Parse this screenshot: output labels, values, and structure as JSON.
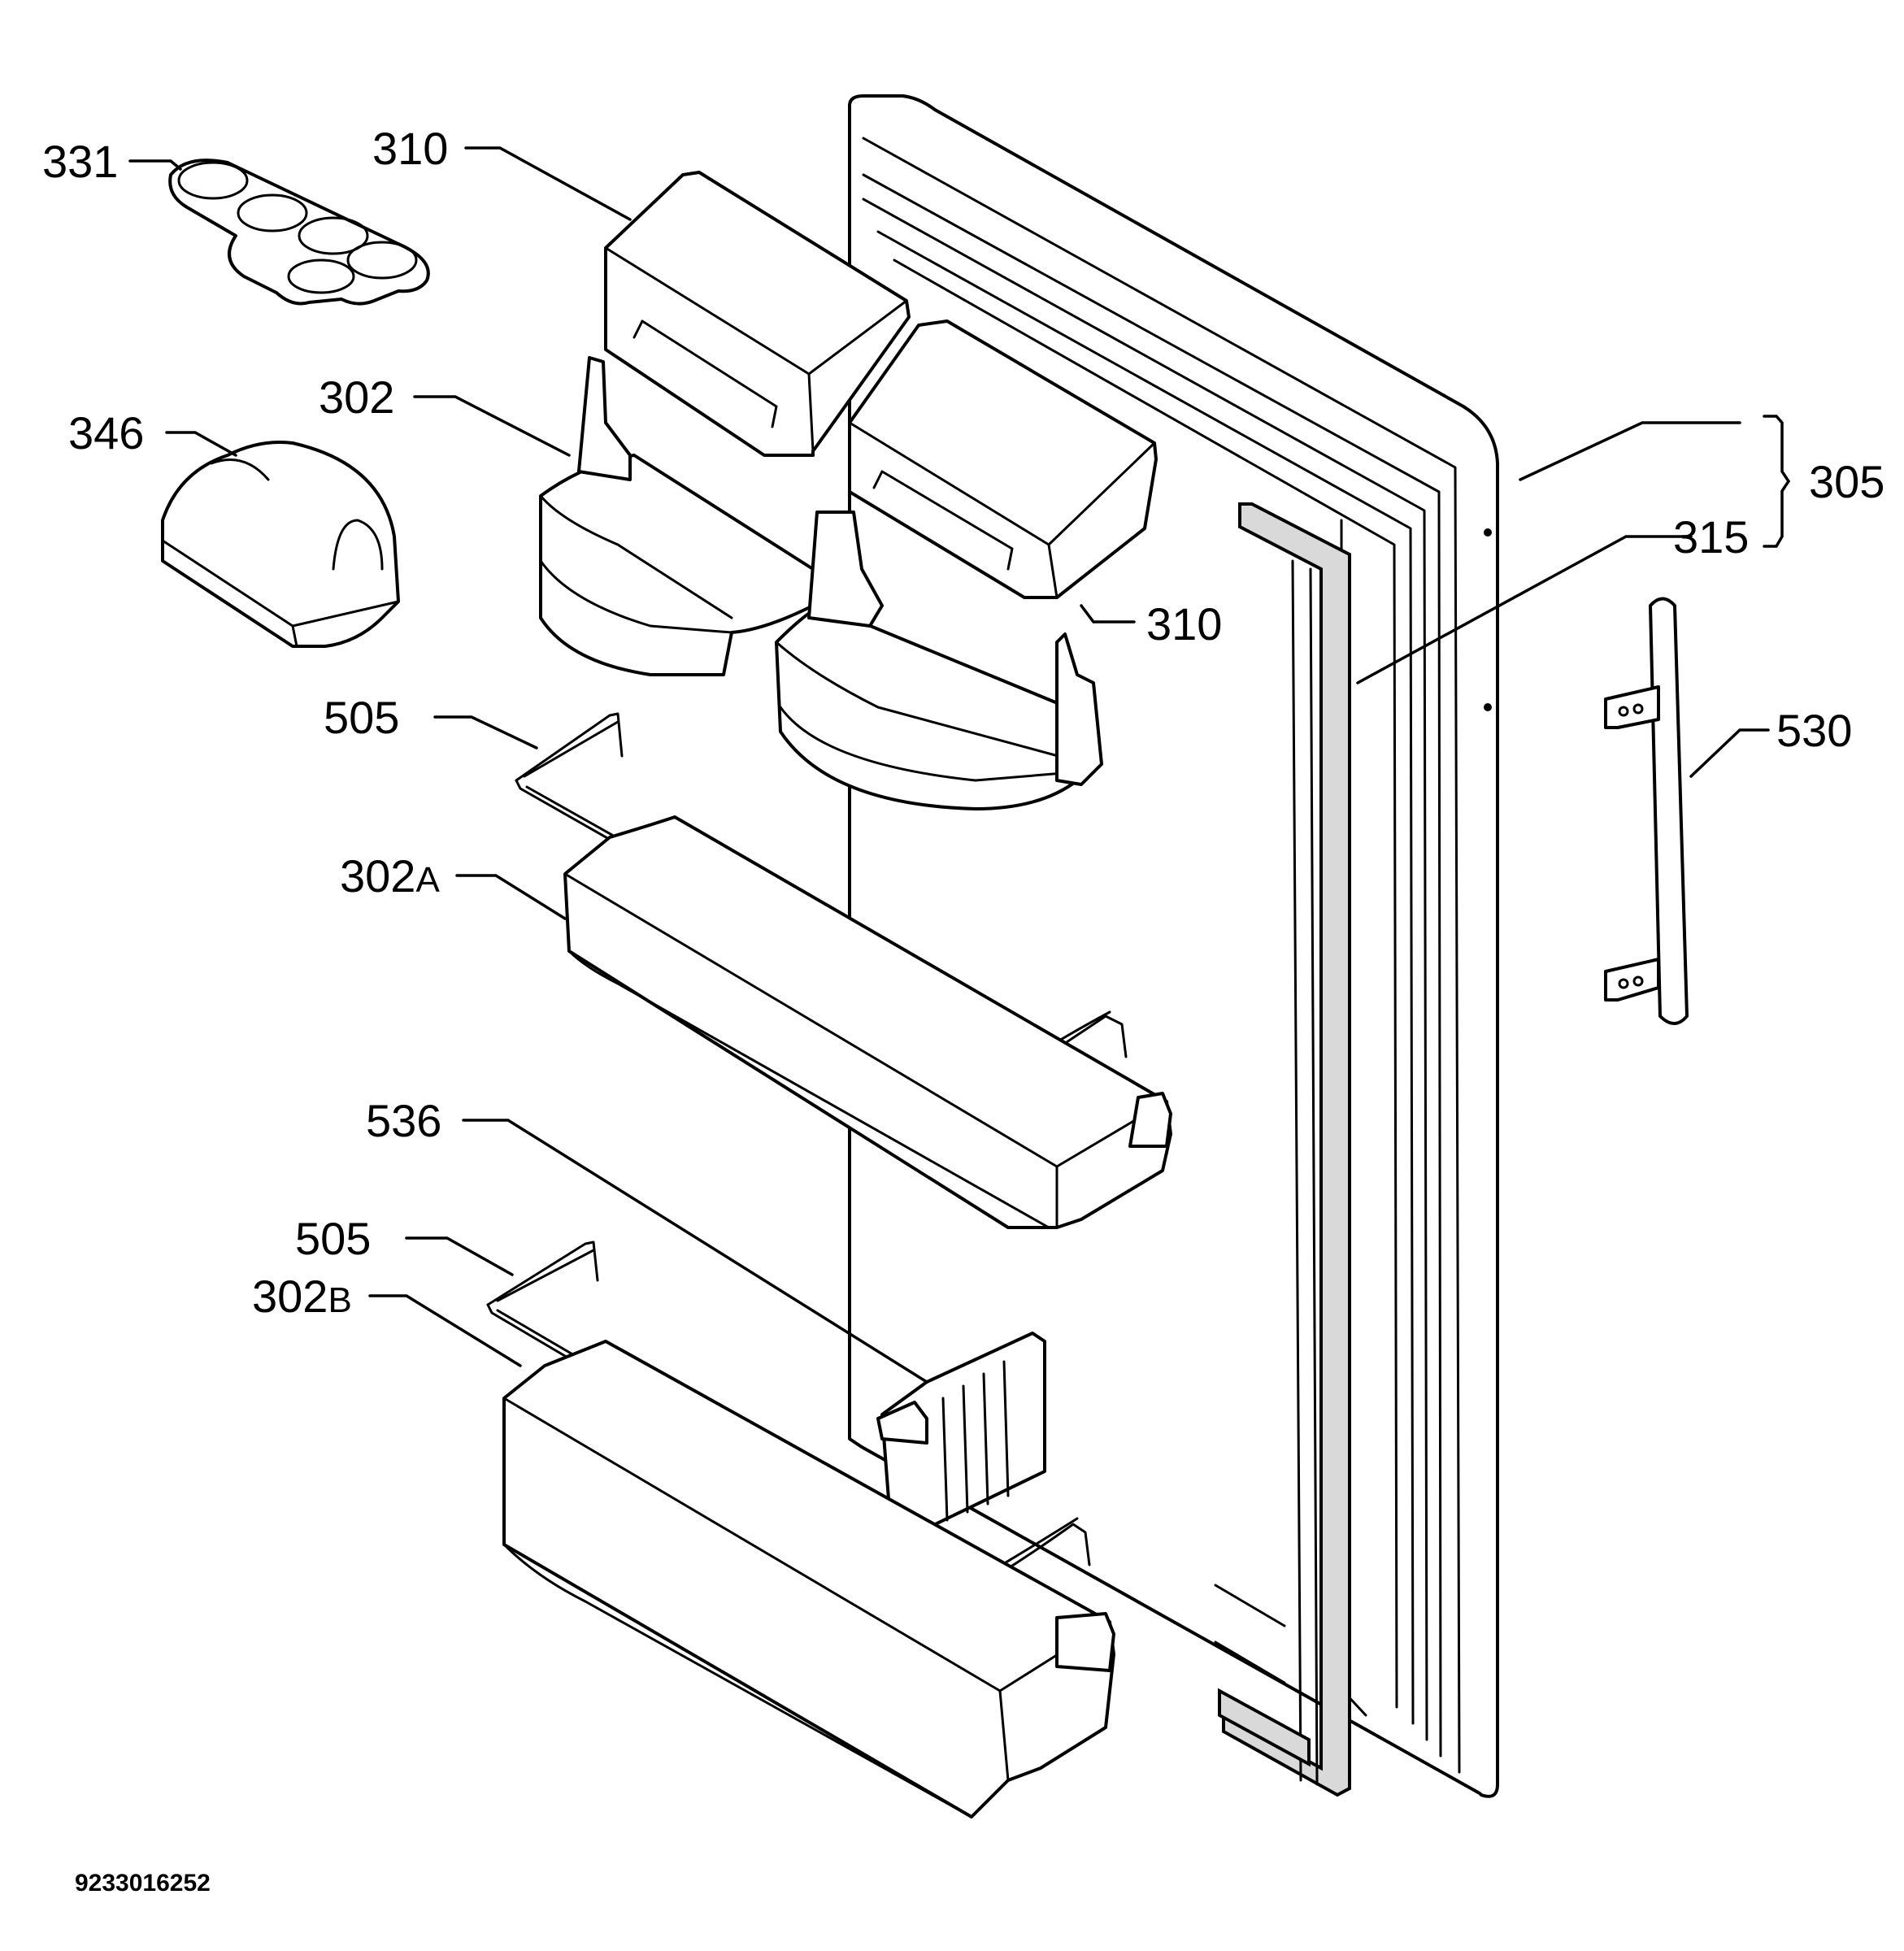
{
  "callouts": {
    "c331": "331",
    "c310_top": "310",
    "c302": "302",
    "c346": "346",
    "c310_lower": "310",
    "c305": "305",
    "c315": "315",
    "c505_top": "505",
    "c530": "530",
    "c302a_num": "302",
    "c302a_suffix": "A",
    "c536": "536",
    "c505_lower": "505",
    "c302b_num": "302",
    "c302b_suffix": "B"
  },
  "reference_number": "9233016252"
}
